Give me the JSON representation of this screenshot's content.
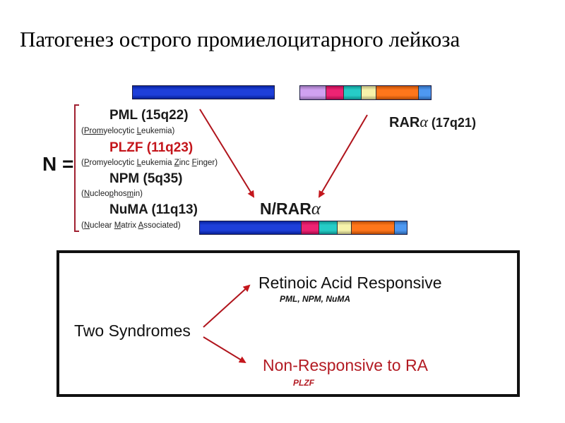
{
  "title": "Патогенез острого промиелоцитарного лейкоза",
  "colors": {
    "arrow": "#c4161c",
    "bracket": "#a02030",
    "red_text": "#c4161c",
    "segments": {
      "blue": "#0b2fd6",
      "lilac": "#cc99f0",
      "magenta": "#ec1067",
      "teal": "#14c8c2",
      "yellow": "#f6f2a4",
      "orange": "#ff6a08",
      "light_blue": "#3f8ff0"
    }
  },
  "partner_bar": {
    "segments": [
      "blue"
    ]
  },
  "rara_bar": {
    "segments": [
      "lilac",
      "magenta",
      "teal",
      "yellow",
      "orange",
      "light_blue"
    ]
  },
  "fusion_bar": {
    "segments": [
      "blue",
      "magenta",
      "teal",
      "yellow",
      "orange",
      "light_blue"
    ]
  },
  "n_label": "N =",
  "partners": [
    {
      "gene": "PML (15q22)",
      "description_parts": [
        [
          "(",
          false
        ],
        [
          "Pro",
          "P"
        ],
        [
          "m",
          "m"
        ],
        [
          "yelocytic ",
          false
        ],
        [
          "L",
          "L"
        ],
        [
          "eukemia)",
          false
        ]
      ],
      "red": false
    },
    {
      "gene": "PLZF (11q23)",
      "description_parts": [
        [
          "(",
          false
        ],
        [
          "P",
          "P"
        ],
        [
          "romyelocytic ",
          false
        ],
        [
          "L",
          "L"
        ],
        [
          "eukemia ",
          false
        ],
        [
          "Z",
          "Z"
        ],
        [
          "inc ",
          false
        ],
        [
          "F",
          "F"
        ],
        [
          "inger)",
          false
        ]
      ],
      "red": true
    },
    {
      "gene": "NPM  (5q35)",
      "description_parts": [
        [
          "(",
          false
        ],
        [
          "N",
          "N"
        ],
        [
          "ucleo",
          false
        ],
        [
          "p",
          "p"
        ],
        [
          "hos",
          false
        ],
        [
          "m",
          "m"
        ],
        [
          "in)",
          false
        ]
      ],
      "red": false
    },
    {
      "gene": "NuMA (11q13)",
      "description_parts": [
        [
          "(",
          false
        ],
        [
          "N",
          "N"
        ],
        [
          "uclear ",
          false
        ],
        [
          "M",
          "M"
        ],
        [
          "atrix ",
          false
        ],
        [
          "A",
          "A"
        ],
        [
          "ssociated)",
          false
        ]
      ],
      "red": false
    }
  ],
  "rar": {
    "name": "RAR",
    "alpha": "α",
    "locus": " (17q21)"
  },
  "fusion": {
    "name": "N/RAR",
    "alpha": "α"
  },
  "syndromes": {
    "root": "Two Syndromes",
    "responsive": {
      "label": "Retinoic Acid Responsive",
      "genes": "PML, NPM, NuMA"
    },
    "non_responsive": {
      "label": "Non-Responsive to RA",
      "genes": "PLZF"
    }
  }
}
